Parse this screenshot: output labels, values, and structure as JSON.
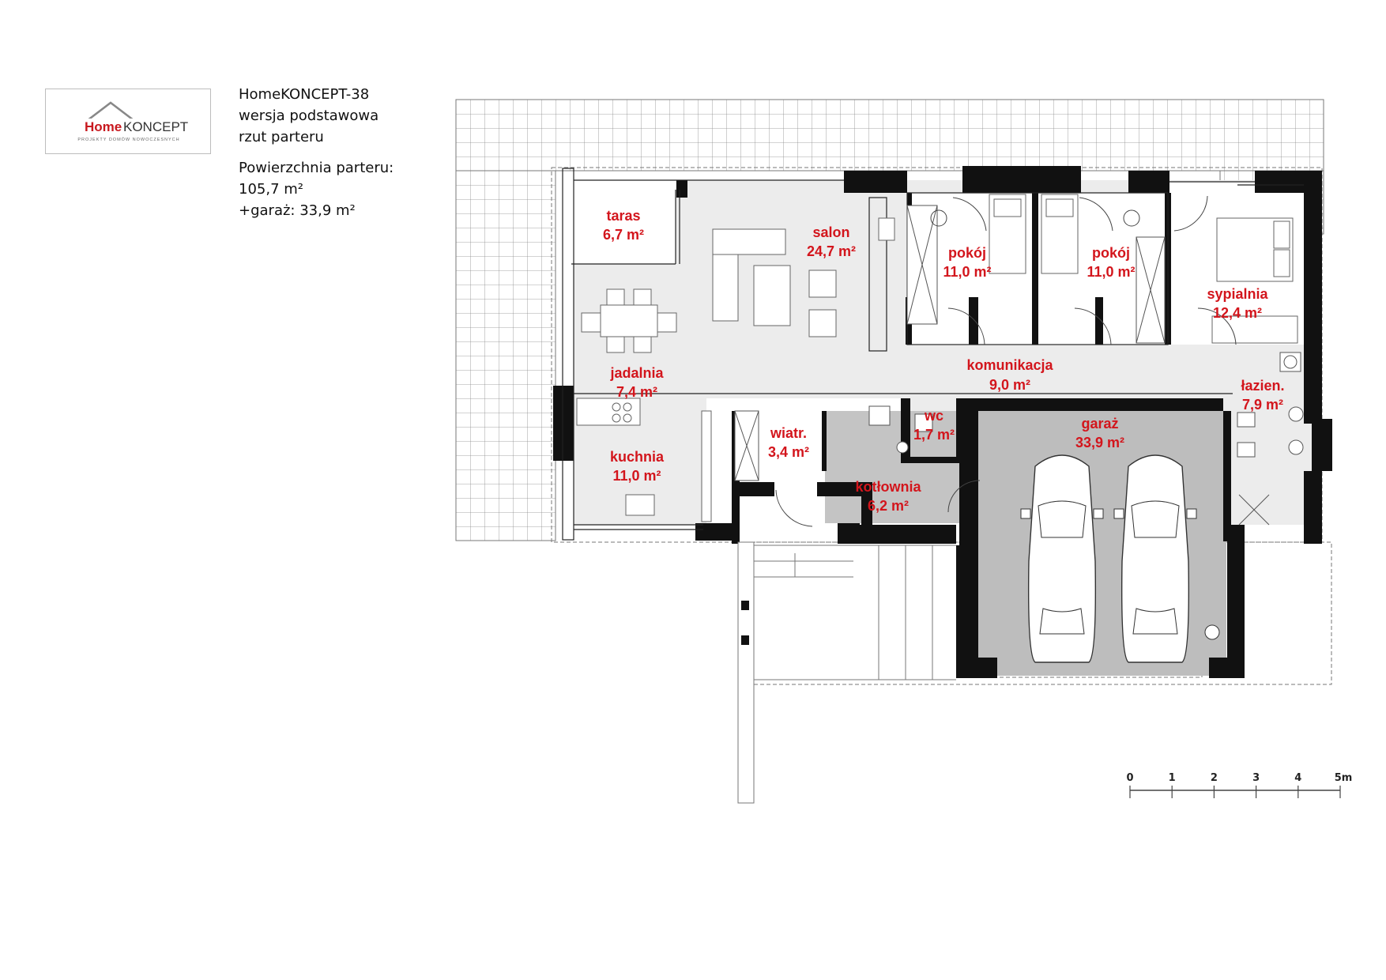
{
  "logo": {
    "brand_home": "Home",
    "brand_koncept": "KONCEPT",
    "tagline": "PROJEKTY DOMÓW NOWOCZESNYCH"
  },
  "header": {
    "project": "HomeKONCEPT-38",
    "variant": "wersja podstawowa",
    "view": "rzut parteru",
    "area_label": "Powierzchnia parteru:",
    "area_value": "105,7 m²",
    "garage_area": "+garaż: 33,9 m²"
  },
  "rooms": [
    {
      "id": "taras",
      "name": "taras",
      "area": "6,7 m²"
    },
    {
      "id": "salon",
      "name": "salon",
      "area": "24,7 m²"
    },
    {
      "id": "pokoj1",
      "name": "pokój",
      "area": "11,0 m²"
    },
    {
      "id": "pokoj2",
      "name": "pokój",
      "area": "11,0 m²"
    },
    {
      "id": "sypialnia",
      "name": "sypialnia",
      "area": "12,4 m²"
    },
    {
      "id": "jadalnia",
      "name": "jadalnia",
      "area": "7,4 m²"
    },
    {
      "id": "komunikacja",
      "name": "komunikacja",
      "area": "9,0 m²"
    },
    {
      "id": "lazienka",
      "name": "łazien.",
      "area": "7,9 m²"
    },
    {
      "id": "wc",
      "name": "wc",
      "area": "1,7 m²"
    },
    {
      "id": "garaz",
      "name": "garaż",
      "area": "33,9 m²"
    },
    {
      "id": "wiatrolap",
      "name": "wiatr.",
      "area": "3,4 m²"
    },
    {
      "id": "kuchnia",
      "name": "kuchnia",
      "area": "11,0 m²"
    },
    {
      "id": "kotlownia",
      "name": "kotłownia",
      "area": "6,2 m²"
    }
  ],
  "scale": {
    "ticks": [
      "0",
      "1",
      "2",
      "3",
      "4",
      "5m"
    ]
  },
  "colors": {
    "wall": "#111111",
    "room_label": "#d3151c",
    "interior_fill": "#ececec",
    "garage_fill": "#bdbdbd",
    "tile_grid": "#888888"
  }
}
